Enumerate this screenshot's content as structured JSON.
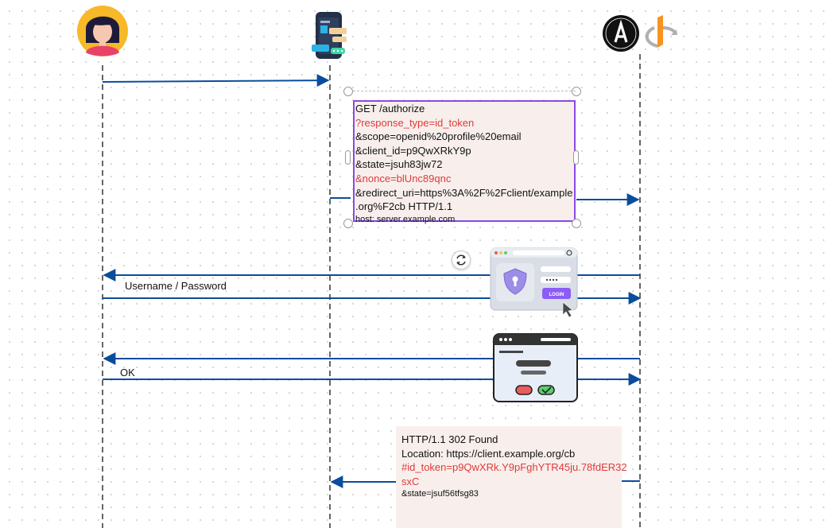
{
  "request": {
    "line1": "GET /authorize",
    "line2": "?response_type=id_token",
    "line3": "&scope=openid%20profile%20email",
    "line4": "&client_id=p9QwXRkY9p",
    "line5": "&state=jsuh83jw72",
    "line6": "&nonce=blUnc89qnc",
    "line7": "&redirect_uri=https%3A%2F%2Fclient/example",
    "line8": ".org%F2cb HTTP/1.1",
    "line9": "host: server.example.com"
  },
  "messages": {
    "credentials": "Username / Password",
    "consent": "OK"
  },
  "response": {
    "line1": "HTTP/1.1 302 Found",
    "line2": "Location: https://client.example.org/cb",
    "line3": "#id_token=p9QwXRk.Y9pFghYTR45ju.78fdER32",
    "line4": "sxC",
    "line5": "&state=jsuf56tfsg83"
  },
  "icons": {
    "user": "user-avatar-icon",
    "client": "client-app-icon",
    "auth_server": "oauth-logo-icon",
    "openid": "openid-logo-icon",
    "login": "login-window-icon",
    "consent": "consent-dialog-icon"
  },
  "login_button": "LOGIN",
  "colors": {
    "arrow": "#0b4d9c",
    "highlight": "#e03a3a",
    "selection": "#8b48e6",
    "note_bg": "#f8efec"
  }
}
